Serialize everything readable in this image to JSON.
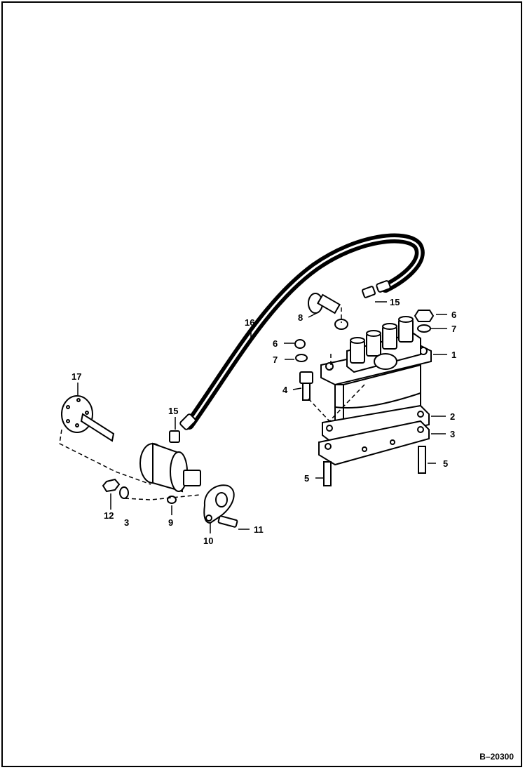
{
  "figure_id": "B–20300",
  "callouts": [
    {
      "key": "c1",
      "label": "1"
    },
    {
      "key": "c2",
      "label": "2"
    },
    {
      "key": "c3",
      "label": "3"
    },
    {
      "key": "c3b",
      "label": "3"
    },
    {
      "key": "c4",
      "label": "4"
    },
    {
      "key": "c5l",
      "label": "5"
    },
    {
      "key": "c5r",
      "label": "5"
    },
    {
      "key": "c6l",
      "label": "6"
    },
    {
      "key": "c6r",
      "label": "6"
    },
    {
      "key": "c7l",
      "label": "7"
    },
    {
      "key": "c7r",
      "label": "7"
    },
    {
      "key": "c8",
      "label": "8"
    },
    {
      "key": "c9",
      "label": "9"
    },
    {
      "key": "c10",
      "label": "10"
    },
    {
      "key": "c11",
      "label": "11"
    },
    {
      "key": "c12",
      "label": "12"
    },
    {
      "key": "c15l",
      "label": "15"
    },
    {
      "key": "c15r",
      "label": "15"
    },
    {
      "key": "c16",
      "label": "16"
    },
    {
      "key": "c17",
      "label": "17"
    }
  ]
}
